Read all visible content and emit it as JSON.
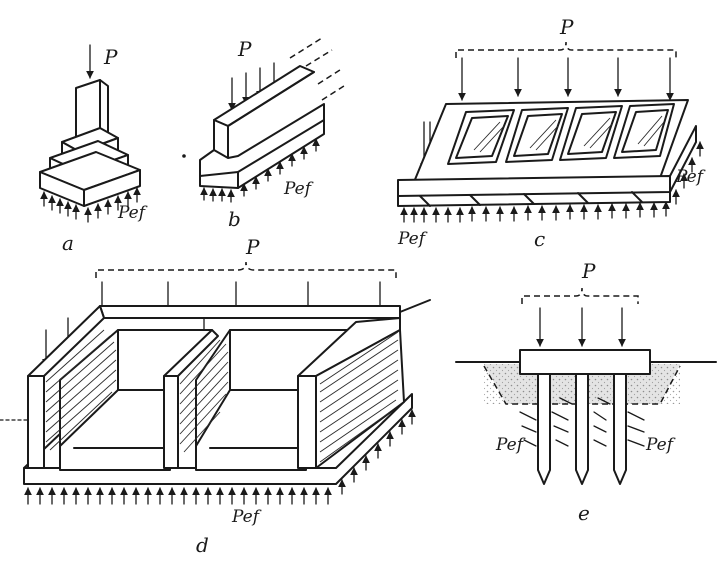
{
  "figure": {
    "labels": {
      "a": {
        "letter": "a",
        "load": "P",
        "reaction": "Pef"
      },
      "b": {
        "letter": "b",
        "load": "P",
        "reaction": "Pef"
      },
      "c": {
        "letter": "c",
        "load": "P",
        "reaction": "Pef"
      },
      "d": {
        "letter": "d",
        "load": "P",
        "reaction": "Pef"
      },
      "e": {
        "letter": "e",
        "load": "P",
        "reaction_left": "Pef",
        "reaction_right": "Pef"
      }
    }
  }
}
